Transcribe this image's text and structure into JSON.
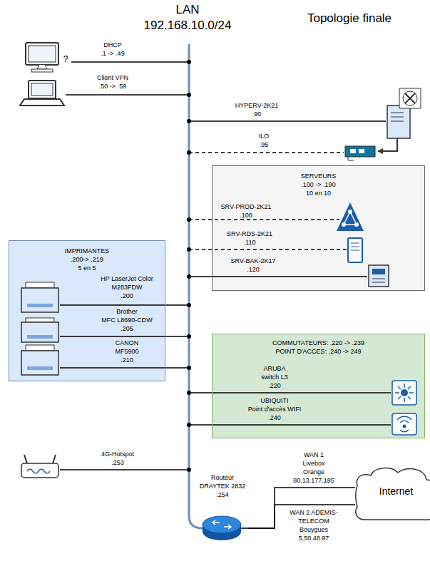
{
  "diagram": {
    "title": "Topologie finale",
    "nodes": [
      {
        "text": [
          "SERVEURS",
          ".100 -> .190",
          "10 en 10"
        ]
      },
      {
        "text": [
          "IMPRIMANTES",
          ".200-> .219",
          "5 en 5"
        ]
      },
      {
        "text": [
          "COMMUTATEURS: .220 -> .239",
          "POINT D'ACCES: .240 -> 249"
        ]
      },
      {
        "text": [
          "Routeur",
          "DRAYTEK 2832",
          ".254"
        ]
      },
      {
        "text": [
          "Internet"
        ]
      }
    ],
    "edges": [
      {
        "from": 3,
        "to": 4,
        "arrow": "none",
        "label": "WAN 1 Livebox Orange 80.13.177.185"
      },
      {
        "from": 3,
        "to": 4,
        "arrow": "none",
        "label": "WAN 2 ADEMIS-TELECOM Bouygues 5.50.48.97"
      }
    ],
    "labels": [
      "LAN",
      "192.168.10.0/24",
      "?",
      "DHCP",
      ".1 -> .49",
      "Client VPN",
      ".50 -> .59",
      "HYPERV-2K21",
      ".90",
      "ILO",
      ".95",
      "SRV-PROD-2K21",
      ".100",
      "SRV-RDS-2K21",
      ".110",
      "SRV-BAK-2K17",
      ".120",
      "HP LaserJet Color",
      "M283FDW",
      ".200",
      "Brother",
      "MFC L8690-CDW",
      ".205",
      "CANON",
      "MF5900",
      ".210",
      "ARUBA",
      "switch L3",
      ".220",
      "UBIQUITI",
      "Point d'accès WIFI",
      ".240",
      "4G-Hotspot",
      ".253"
    ]
  }
}
